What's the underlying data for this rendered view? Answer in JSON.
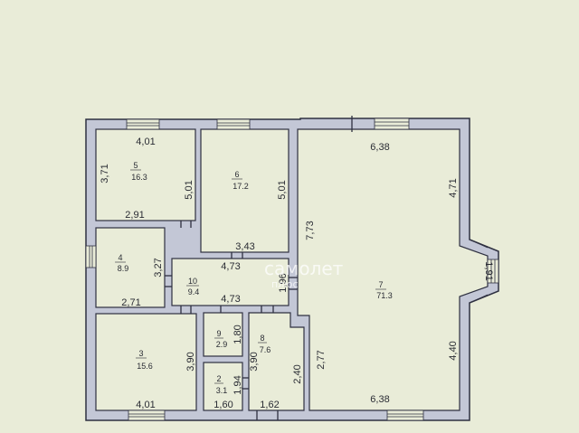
{
  "colors": {
    "paper": "#e9ecd8",
    "wall_outer": "#c3c7d6",
    "wall_line": "#2e3040",
    "room_fill": "#e9ecd8",
    "text": "#2a2c34"
  },
  "rooms": [
    {
      "id": "5",
      "number": "5",
      "area": "16.3"
    },
    {
      "id": "6",
      "number": "6",
      "area": "17.2"
    },
    {
      "id": "7",
      "number": "7",
      "area": "71.3"
    },
    {
      "id": "4",
      "number": "4",
      "area": "8.9"
    },
    {
      "id": "10",
      "number": "10",
      "area": "9.4"
    },
    {
      "id": "3",
      "number": "3",
      "area": "15.6"
    },
    {
      "id": "9",
      "number": "9",
      "area": "2.9"
    },
    {
      "id": "2",
      "number": "2",
      "area": "3.1"
    },
    {
      "id": "8",
      "number": "8",
      "area": "7.6"
    }
  ],
  "dimensions": {
    "room5_top": "4,01",
    "room5_left": "3,71",
    "room5_right": "5,01",
    "room5_bottom": "2,91",
    "room6_right": "5,01",
    "room6_bottom": "3,43",
    "room7_top": "6,38",
    "room7_right_top": "4,71",
    "room7_left": "7,73",
    "room7_bay": "1,91",
    "room7_left_lower": "2,77",
    "room7_right_lower": "4,40",
    "room7_bottom": "6,38",
    "room4_right": "3,27",
    "room4_bottom": "2,71",
    "hall_top": "4,73",
    "hall_bottom": "4,73",
    "hall_right": "1,96",
    "room3_right": "3,90",
    "room3_bottom": "4,01",
    "room9_right": "1,80",
    "room2_right": "1,94",
    "room2_bottom": "1,60",
    "room8_left": "3,90",
    "room8_right": "2,40",
    "room8_bottom": "1,62"
  },
  "watermark": {
    "text": "самолет",
    "subtext": "плюс"
  }
}
